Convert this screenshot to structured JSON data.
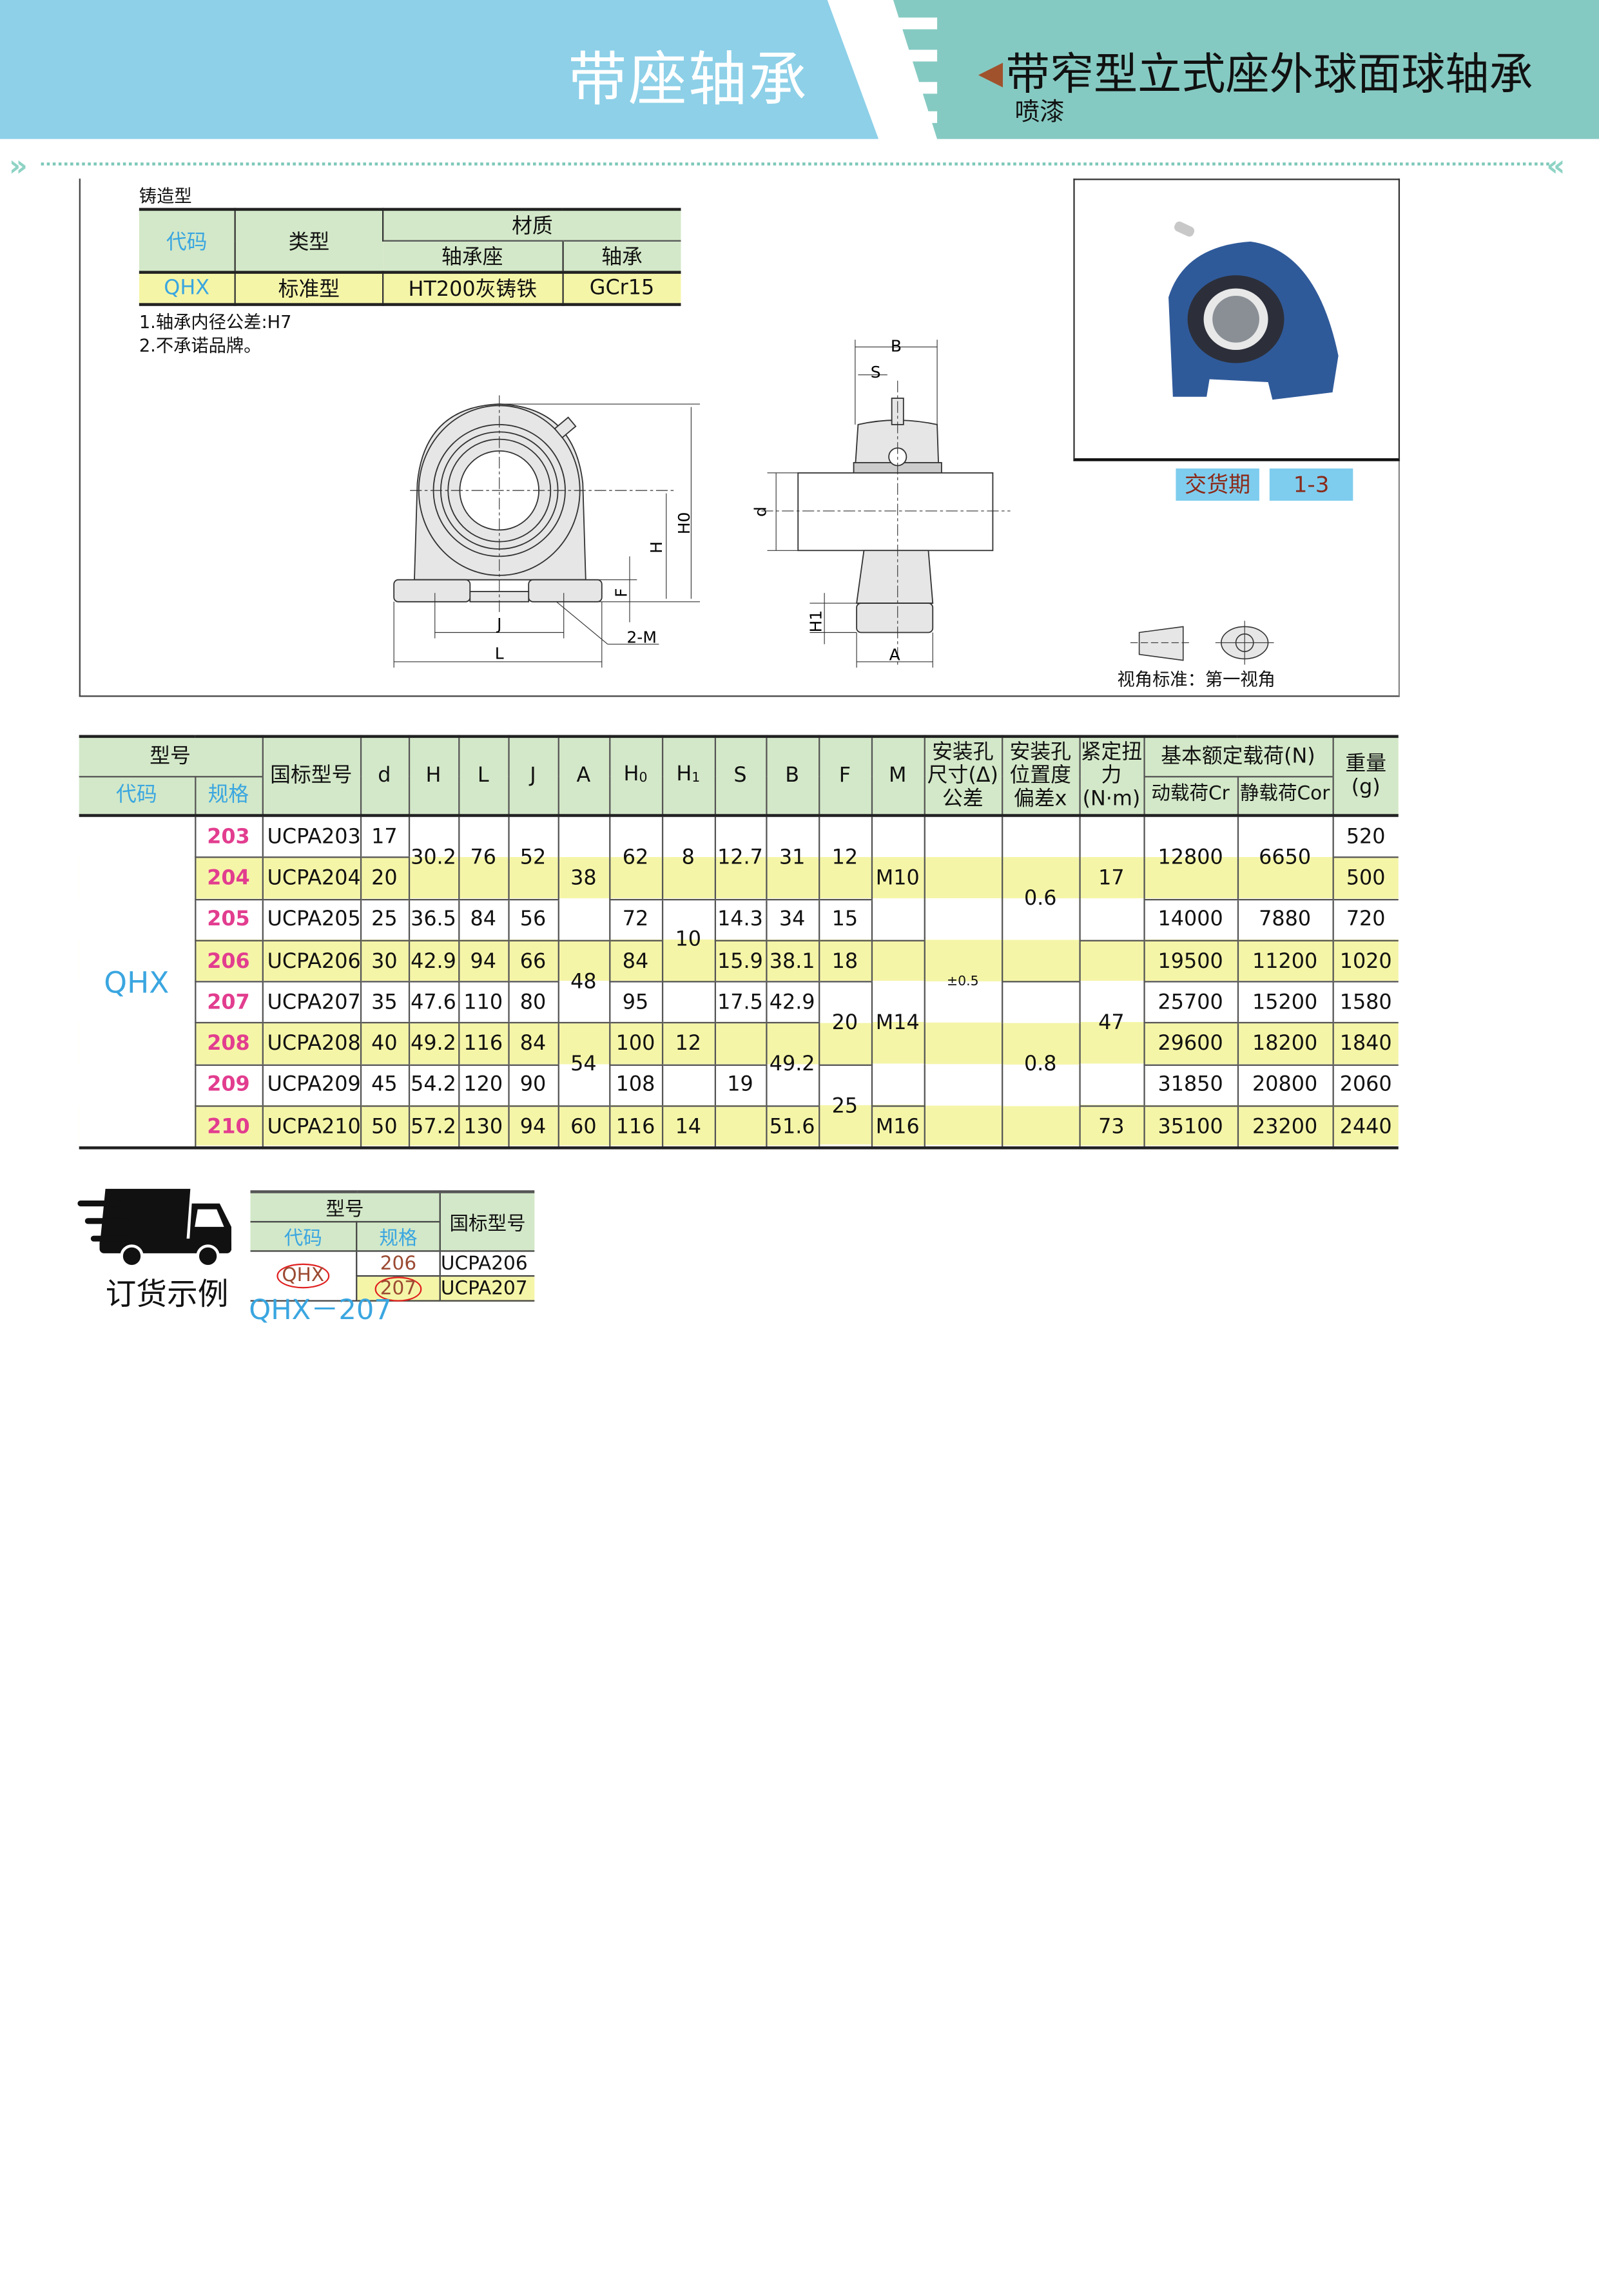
{
  "header": {
    "category": "带座轴承",
    "title": "带窄型立式座外球面球轴承",
    "finish": "喷漆"
  },
  "material": {
    "section_label": "铸造型",
    "headers": {
      "code": "代码",
      "type": "类型",
      "material": "材质",
      "housing": "轴承座",
      "bearing": "轴承"
    },
    "row": {
      "code": "QHX",
      "type": "标准型",
      "housing": "HT200灰铸铁",
      "bearing": "GCr15"
    },
    "notes": [
      "1.轴承内径公差:H7",
      "2.不承诺品牌。"
    ]
  },
  "delivery": {
    "label": "交货期",
    "value": "1-3"
  },
  "view_standard": "视角标准：第一视角",
  "drawing_labels": {
    "B": "B",
    "S": "S",
    "d": "d",
    "H1": "H1",
    "A": "A",
    "J": "J",
    "L": "L",
    "M": "2-M",
    "F": "F",
    "H": "H",
    "H0": "H0"
  },
  "table": {
    "headers": {
      "model": "型号",
      "code": "代码",
      "spec": "规格",
      "gb": "国标型号",
      "d": "d",
      "H": "H",
      "L": "L",
      "J": "J",
      "A": "A",
      "H0_main": "H",
      "H0_sub": "0",
      "H1_main": "H",
      "H1_sub": "1",
      "S": "S",
      "B": "B",
      "F": "F",
      "M": "M",
      "tol": "安装孔尺寸(Δ)公差",
      "pos": "安装孔位置度偏差x",
      "torque": "紧定扭力(N·m)",
      "load": "基本额定载荷(N)",
      "cr": "动载荷Cr",
      "cor": "静载荷Cor",
      "weight": "重量(g)"
    },
    "code": "QHX",
    "rows": [
      [
        "203",
        "UCPA203",
        "17",
        "30.2",
        "76",
        "52",
        "38",
        "62",
        "8",
        "12.7",
        "31",
        "12",
        "M10",
        "±0.5",
        "0.6",
        "17",
        "12800",
        "6650",
        "520"
      ],
      [
        "204",
        "UCPA204",
        "20",
        null,
        null,
        null,
        null,
        null,
        null,
        null,
        null,
        null,
        null,
        null,
        null,
        null,
        null,
        null,
        "500"
      ],
      [
        "205",
        "UCPA205",
        "25",
        "36.5",
        "84",
        "56",
        null,
        "72",
        "10",
        "14.3",
        "34",
        "15",
        null,
        null,
        null,
        null,
        "14000",
        "7880",
        "720"
      ],
      [
        "206",
        "UCPA206",
        "30",
        "42.9",
        "94",
        "66",
        "48",
        "84",
        null,
        "15.9",
        "38.1",
        "18",
        "M14",
        null,
        null,
        "47",
        "19500",
        "11200",
        "1020"
      ],
      [
        "207",
        "UCPA207",
        "35",
        "47.6",
        "110",
        "80",
        null,
        "95",
        "",
        "17.5",
        "42.9",
        "20",
        null,
        null,
        "0.8",
        null,
        "25700",
        "15200",
        "1580"
      ],
      [
        "208",
        "UCPA208",
        "40",
        "49.2",
        "116",
        "84",
        "54",
        "100",
        "12",
        "",
        "49.2",
        null,
        null,
        null,
        null,
        null,
        "29600",
        "18200",
        "1840"
      ],
      [
        "209",
        "UCPA209",
        "45",
        "54.2",
        "120",
        "90",
        null,
        "108",
        "",
        "19",
        null,
        "25",
        null,
        null,
        null,
        null,
        "31850",
        "20800",
        "2060"
      ],
      [
        "210",
        "UCPA210",
        "50",
        "57.2",
        "130",
        "94",
        "60",
        "116",
        "14",
        "",
        "51.6",
        null,
        "M16",
        null,
        null,
        "73",
        "35100",
        "23200",
        "2440"
      ]
    ]
  },
  "order_example": {
    "label": "订货示例",
    "headers": {
      "model": "型号",
      "code": "代码",
      "spec": "规格",
      "gb": "国标型号"
    },
    "code": "QHX",
    "rows": [
      {
        "spec": "206",
        "gb": "UCPA206"
      },
      {
        "spec": "207",
        "gb": "UCPA207"
      }
    ],
    "result": "QHX－207"
  },
  "colors": {
    "header_blue": "#8dd0e8",
    "header_teal": "#85cac2",
    "table_green": "#d3e8c8",
    "table_yellow": "#f5f5a8",
    "code_blue": "#3aa6e0",
    "spec_pink": "#e23d8f"
  }
}
